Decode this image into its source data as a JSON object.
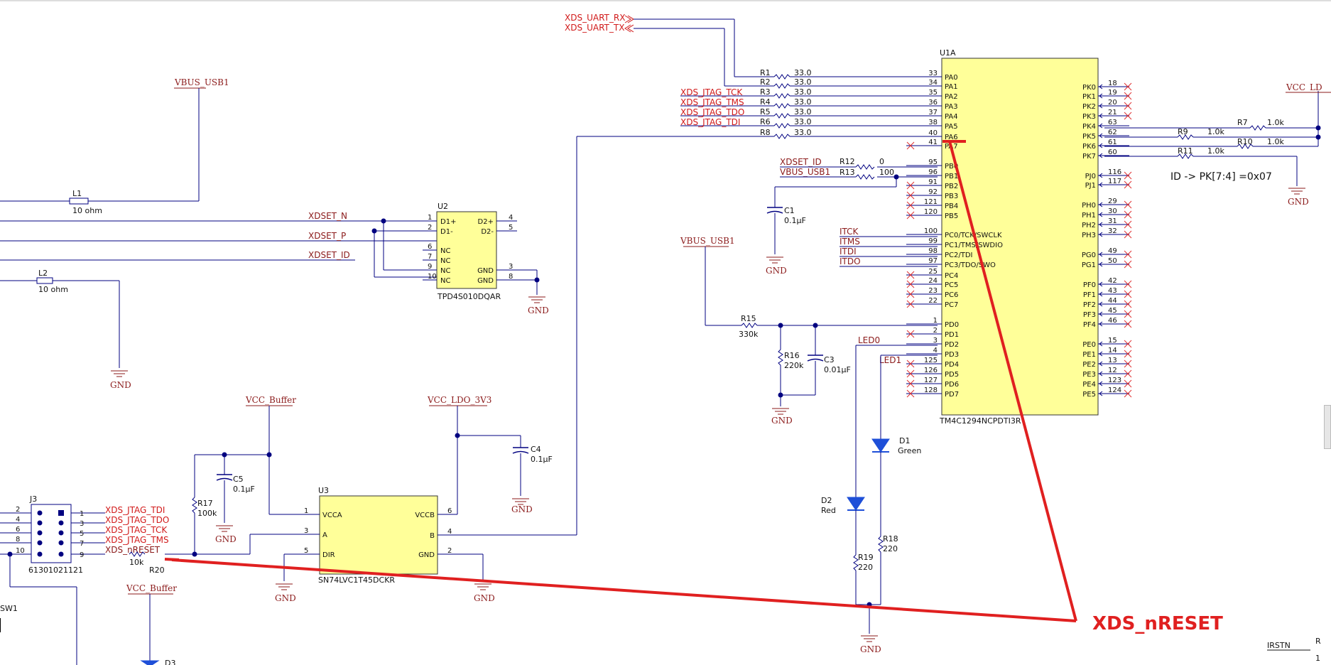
{
  "power": {
    "vbus_usb1_top": "VBUS_USB1",
    "vbus_usb1_mid": "VBUS_USB1",
    "vcc_buffer_1": "VCC_Buffer",
    "vcc_buffer_2": "VCC_Buffer",
    "vcc_ldo_3v3": "VCC_LDO_3V3",
    "vcc_ld_right": "VCC_LD",
    "gnd": "GND"
  },
  "nets": {
    "uart_rx": "XDS_UART_RX",
    "uart_tx": "XDS_UART_TX",
    "jtag_tck": "XDS_JTAG_TCK",
    "jtag_tms": "XDS_JTAG_TMS",
    "jtag_tdo": "XDS_JTAG_TDO",
    "jtag_tdi": "XDS_JTAG_TDI",
    "xdset_n": "XDSET_N",
    "xdset_p": "XDSET_P",
    "xdset_id": "XDSET_ID",
    "xdset_id2": "XDSET_ID",
    "vbus_usb1_net": "VBUS_USB1",
    "itck": "ITCK",
    "itms": "ITMS",
    "itdi": "ITDI",
    "itdo": "ITDO",
    "led0": "LED0",
    "led1": "LED1",
    "j3_tdi": "XDS_JTAG_TDI",
    "j3_tdo": "XDS_JTAG_TDO",
    "j3_tck": "XDS_JTAG_TCK",
    "j3_tms": "XDS_JTAG_TMS",
    "j3_nreset": "XDS_nRESET",
    "irstn": "IRSTN"
  },
  "components": {
    "L1": {
      "ref": "L1",
      "value": "10 ohm"
    },
    "L2": {
      "ref": "L2",
      "value": "10 ohm"
    },
    "U2": {
      "ref": "U2",
      "part": "TPD4S010DQAR"
    },
    "U1A": {
      "ref": "U1A",
      "part": "TM4C1294NCPDTI3R"
    },
    "U3": {
      "ref": "U3",
      "part": "SN74LVC1T45DCKR"
    },
    "J3": {
      "ref": "J3",
      "part": "61301021121"
    },
    "SW1": {
      "ref": "SW1"
    },
    "R1": {
      "ref": "R1",
      "value": "33.0"
    },
    "R2": {
      "ref": "R2",
      "value": "33.0"
    },
    "R3": {
      "ref": "R3",
      "value": "33.0"
    },
    "R4": {
      "ref": "R4",
      "value": "33.0"
    },
    "R5": {
      "ref": "R5",
      "value": "33.0"
    },
    "R6": {
      "ref": "R6",
      "value": "33.0"
    },
    "R8": {
      "ref": "R8",
      "value": "33.0"
    },
    "R12": {
      "ref": "R12",
      "value": "0"
    },
    "R13": {
      "ref": "R13",
      "value": "100"
    },
    "R7": {
      "ref": "R7",
      "value": "1.0k"
    },
    "R9": {
      "ref": "R9",
      "value": "1.0k"
    },
    "R10": {
      "ref": "R10",
      "value": "1.0k"
    },
    "R11": {
      "ref": "R11",
      "value": "1.0k"
    },
    "R15": {
      "ref": "R15",
      "value": "330k"
    },
    "R16": {
      "ref": "R16",
      "value": "220k"
    },
    "R17": {
      "ref": "R17",
      "value": "100k"
    },
    "R18": {
      "ref": "R18",
      "value": "220"
    },
    "R19": {
      "ref": "R19",
      "value": "220"
    },
    "R20": {
      "ref": "R20",
      "value": "10k"
    },
    "C1": {
      "ref": "C1",
      "value": "0.1µF"
    },
    "C3": {
      "ref": "C3",
      "value": "0.01µF"
    },
    "C4": {
      "ref": "C4",
      "value": "0.1µF"
    },
    "C5": {
      "ref": "C5",
      "value": "0.1µF"
    },
    "D1": {
      "ref": "D1",
      "value": "Green"
    },
    "D2": {
      "ref": "D2",
      "value": "Red"
    },
    "D3": {
      "ref": "D3"
    }
  },
  "u2_pins": {
    "left": [
      {
        "num": "1",
        "name": "D1+"
      },
      {
        "num": "2",
        "name": "D1-"
      },
      {
        "num": "6",
        "name": "NC"
      },
      {
        "num": "7",
        "name": "NC"
      },
      {
        "num": "9",
        "name": "NC"
      },
      {
        "num": "10",
        "name": "NC"
      }
    ],
    "right": [
      {
        "num": "4",
        "name": "D2+"
      },
      {
        "num": "5",
        "name": "D2-"
      },
      {
        "num": "3",
        "name": "GND"
      },
      {
        "num": "8",
        "name": "GND"
      }
    ]
  },
  "u3_pins": {
    "left": [
      {
        "num": "1",
        "name": "VCCA"
      },
      {
        "num": "3",
        "name": "A"
      },
      {
        "num": "5",
        "name": "DIR"
      }
    ],
    "right": [
      {
        "num": "6",
        "name": "VCCB"
      },
      {
        "num": "4",
        "name": "B"
      },
      {
        "num": "2",
        "name": "GND"
      }
    ]
  },
  "u1_left_pins": [
    {
      "num": "33",
      "name": "PA0"
    },
    {
      "num": "34",
      "name": "PA1"
    },
    {
      "num": "35",
      "name": "PA2"
    },
    {
      "num": "36",
      "name": "PA3"
    },
    {
      "num": "37",
      "name": "PA4"
    },
    {
      "num": "38",
      "name": "PA5"
    },
    {
      "num": "40",
      "name": "PA6"
    },
    {
      "num": "41",
      "name": "PA7"
    },
    {
      "num": "95",
      "name": "PB0"
    },
    {
      "num": "96",
      "name": "PB1"
    },
    {
      "num": "91",
      "name": "PB2"
    },
    {
      "num": "92",
      "name": "PB3"
    },
    {
      "num": "121",
      "name": "PB4"
    },
    {
      "num": "120",
      "name": "PB5"
    },
    {
      "num": "100",
      "name": "PC0/TCK/SWCLK"
    },
    {
      "num": "99",
      "name": "PC1/TMS/SWDIO"
    },
    {
      "num": "98",
      "name": "PC2/TDI"
    },
    {
      "num": "97",
      "name": "PC3/TDO/SWO"
    },
    {
      "num": "25",
      "name": "PC4"
    },
    {
      "num": "24",
      "name": "PC5"
    },
    {
      "num": "23",
      "name": "PC6"
    },
    {
      "num": "22",
      "name": "PC7"
    },
    {
      "num": "1",
      "name": "PD0"
    },
    {
      "num": "2",
      "name": "PD1"
    },
    {
      "num": "3",
      "name": "PD2"
    },
    {
      "num": "4",
      "name": "PD3"
    },
    {
      "num": "125",
      "name": "PD4"
    },
    {
      "num": "126",
      "name": "PD5"
    },
    {
      "num": "127",
      "name": "PD6"
    },
    {
      "num": "128",
      "name": "PD7"
    }
  ],
  "u1_right_pins": [
    {
      "num": "18",
      "name": "PK0"
    },
    {
      "num": "19",
      "name": "PK1"
    },
    {
      "num": "20",
      "name": "PK2"
    },
    {
      "num": "21",
      "name": "PK3"
    },
    {
      "num": "63",
      "name": "PK4"
    },
    {
      "num": "62",
      "name": "PK5"
    },
    {
      "num": "61",
      "name": "PK6"
    },
    {
      "num": "60",
      "name": "PK7"
    },
    {
      "num": "116",
      "name": "PJ0"
    },
    {
      "num": "117",
      "name": "PJ1"
    },
    {
      "num": "29",
      "name": "PH0"
    },
    {
      "num": "30",
      "name": "PH1"
    },
    {
      "num": "31",
      "name": "PH2"
    },
    {
      "num": "32",
      "name": "PH3"
    },
    {
      "num": "49",
      "name": "PG0"
    },
    {
      "num": "50",
      "name": "PG1"
    },
    {
      "num": "42",
      "name": "PF0"
    },
    {
      "num": "43",
      "name": "PF1"
    },
    {
      "num": "44",
      "name": "PF2"
    },
    {
      "num": "45",
      "name": "PF3"
    },
    {
      "num": "46",
      "name": "PF4"
    },
    {
      "num": "15",
      "name": "PE0"
    },
    {
      "num": "14",
      "name": "PE1"
    },
    {
      "num": "13",
      "name": "PE2"
    },
    {
      "num": "12",
      "name": "PE3"
    },
    {
      "num": "123",
      "name": "PE4"
    },
    {
      "num": "124",
      "name": "PE5"
    }
  ],
  "j3_pins": {
    "left": [
      "2",
      "4",
      "6",
      "8",
      "10"
    ],
    "right": [
      "1",
      "3",
      "5",
      "7",
      "9"
    ]
  },
  "notes": {
    "id_note": "ID -> PK[7:4] =0x07",
    "annotation": "XDS_nRESET",
    "edge_r": "R",
    "edge_1": "1"
  }
}
